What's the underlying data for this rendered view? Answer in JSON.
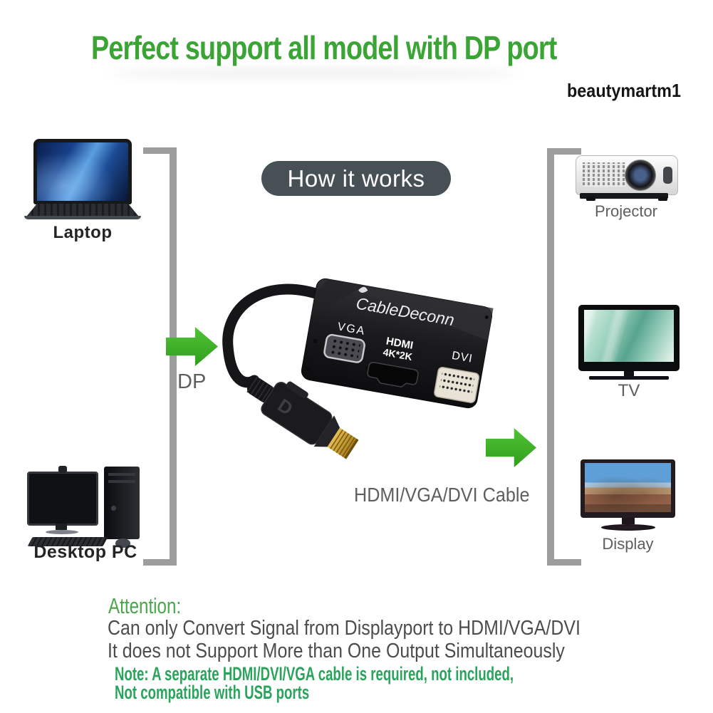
{
  "page": {
    "title": "Perfect support all model with DP port",
    "watermark": "beautymartm1"
  },
  "diagram": {
    "pill_label": "How it works",
    "dp_label": "DP",
    "cable_label": "HDMI/VGA/DVI Cable",
    "sources": [
      {
        "label": "Laptop"
      },
      {
        "label": "Desktop PC"
      }
    ],
    "outputs": [
      {
        "label": "Projector"
      },
      {
        "label": "TV"
      },
      {
        "label": "Display"
      }
    ],
    "adapter": {
      "brand": "CableDeconn",
      "vga": "VGA",
      "hdmi": "HDMI",
      "hdmi_sub": "4K*2K",
      "dvi": "DVI",
      "dp_letter": "D"
    }
  },
  "attention": {
    "heading": "Attention:",
    "line1": "Can only Convert Signal from Displayport to HDMI/VGA/DVI",
    "line2": "It does not Support More than One Output Simultaneously",
    "note1": "Note: A separate HDMI/DVI/VGA cable is required, not included,",
    "note2": "Not compatible with USB ports"
  },
  "colors": {
    "title_green": "#3aa434",
    "arrow_green": "#3cb226",
    "attention_green": "#4aa64a",
    "note_green": "#2aa35c",
    "label_gray": "#5e5e5e",
    "dark_label": "#242424",
    "body_text": "#4c4c4c",
    "bracket_gray": "#9d9d9d",
    "pill_bg": "#475155",
    "pill_text": "#ffffff"
  }
}
